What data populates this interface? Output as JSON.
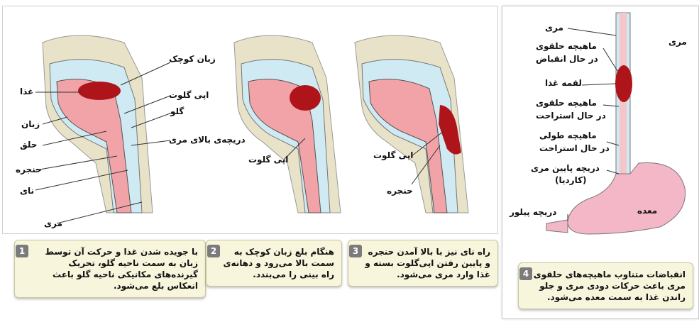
{
  "labels": {
    "soft_palate": "زبان کوچک",
    "food": "غذا",
    "epiglottis": "اپی گلوت",
    "tongue": "زبان",
    "throat": "گلو",
    "pharynx": "حلق",
    "upper_valve": "دریچه‌ی بالای مری",
    "larynx": "حنجره",
    "trachea": "نای",
    "esophagus": "مری",
    "epiglottis2": "اپی گلوت",
    "epiglottis3": "اپی گلوت",
    "larynx3": "حنجره",
    "esophagus_top": "مری",
    "esophagus_side": "مری",
    "ring_contract_1": "ماهیچه حلقوی",
    "ring_contract_2": "در حال انقباض",
    "bolus": "لقمه غذا",
    "ring_relax_1": "ماهیچه حلقوی",
    "ring_relax_2": "در حال استراحت",
    "long_relax_1": "ماهیچه طولی",
    "long_relax_2": "در حال استراحت",
    "lower_valve_1": "دریچه پایین مری",
    "lower_valve_2": "(کاردیا)",
    "stomach": "معده",
    "pylorus": "دریچه پیلور"
  },
  "captions": [
    {
      "num": "1",
      "lines": [
        "با جویده شدن غذا و حرکت آن توسط",
        "زبان به سمت ناحیه گلو، تحریک",
        "گیرنده‌های مکانیکی ناحیه گلو باعث",
        "انعکاس بلع می‌شود."
      ]
    },
    {
      "num": "2",
      "lines": [
        "هنگام بلع زبان کوچک به",
        "سمت بالا می‌رود و دهانه‌ی",
        "راه بینی را می‌بندد."
      ]
    },
    {
      "num": "3",
      "lines": [
        "راه نای نیز با بالا آمدن حنجره",
        "و پایین رفتن اپی‌گلوت بسته و",
        "غذا وارد مری می‌شود."
      ]
    },
    {
      "num": "4",
      "lines": [
        "انقباضات متناوب ماهیچه‌های حلقوی",
        "مری باعث حرکات دودی مری و جلو",
        "راندن غذا به سمت معده می‌شود."
      ]
    }
  ],
  "colors": {
    "tissue": "#f2a3a8",
    "air": "#cfeaf3",
    "food": "#b0141b",
    "outline": "#333333",
    "bone": "#e8e3c8"
  }
}
